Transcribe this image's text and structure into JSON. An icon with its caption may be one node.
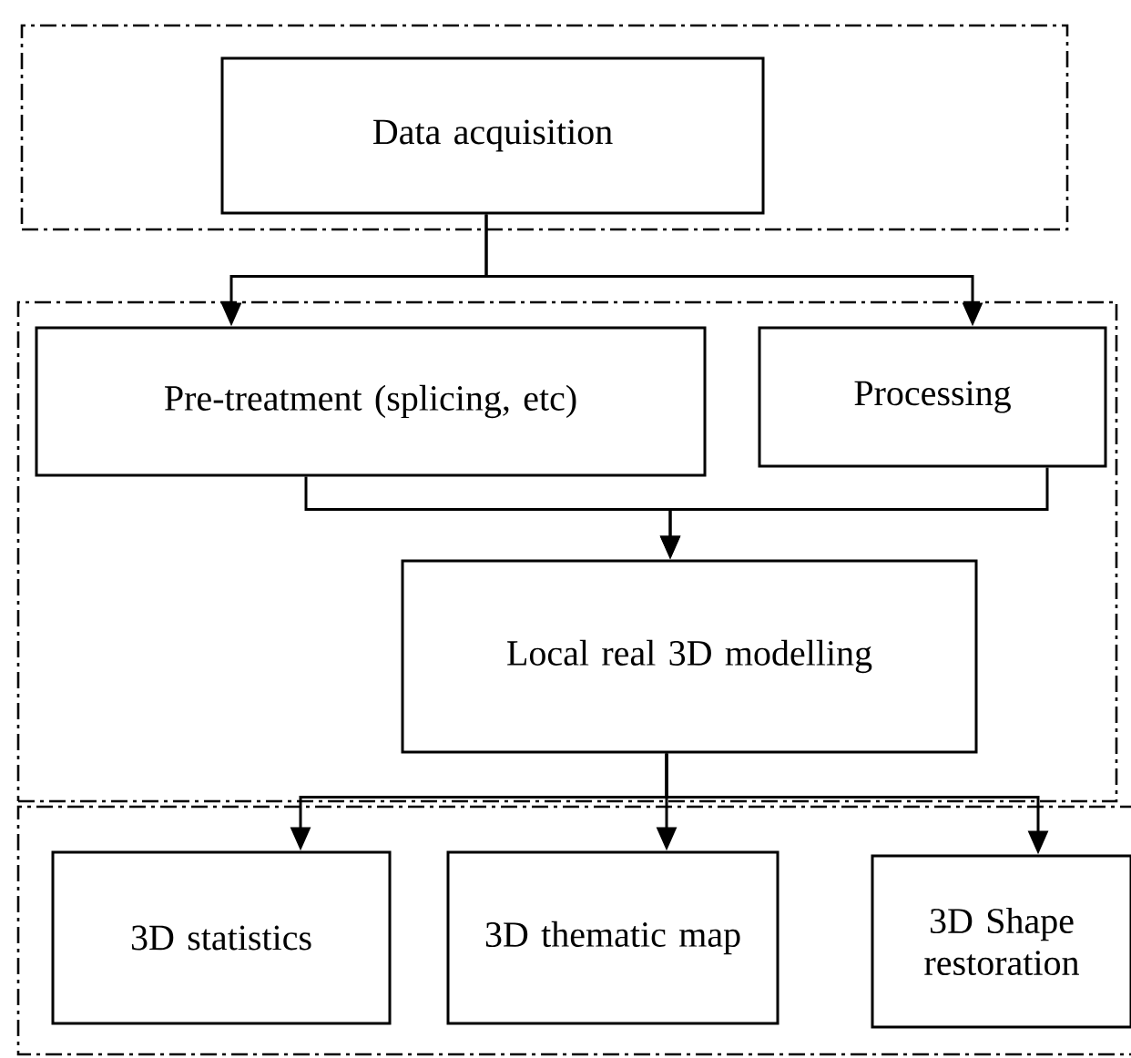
{
  "diagram": {
    "nodes": [
      {
        "text": [],
        "shape": "box"
      },
      {
        "text": [
          "Data acquisition"
        ],
        "in": 0
      },
      {
        "text": [],
        "shape": "box"
      },
      {
        "text": [
          "Pre-treatment (splicing, etc)"
        ],
        "in": 2
      },
      {
        "text": [
          "Processing"
        ],
        "in": 2
      },
      {
        "text": [
          "Local real 3D modelling"
        ],
        "in": 2
      },
      {
        "text": [],
        "shape": "box"
      },
      {
        "text": [
          "3D statistics"
        ],
        "in": 6
      },
      {
        "text": [
          "3D thematic map"
        ],
        "in": 6
      },
      {
        "text": [
          "3D Shape restoration"
        ],
        "in": 6
      }
    ],
    "edges": [
      {
        "from": 1,
        "to": 3,
        "arrow": "to"
      },
      {
        "from": 1,
        "to": 4,
        "arrow": "to"
      },
      {
        "from": 3,
        "to": 5,
        "arrow": "to"
      },
      {
        "from": 4,
        "to": 5,
        "arrow": "to"
      },
      {
        "from": 5,
        "to": 7,
        "arrow": "to"
      },
      {
        "from": 5,
        "to": 8,
        "arrow": "to"
      },
      {
        "from": 5,
        "to": 9,
        "arrow": "to"
      }
    ]
  }
}
